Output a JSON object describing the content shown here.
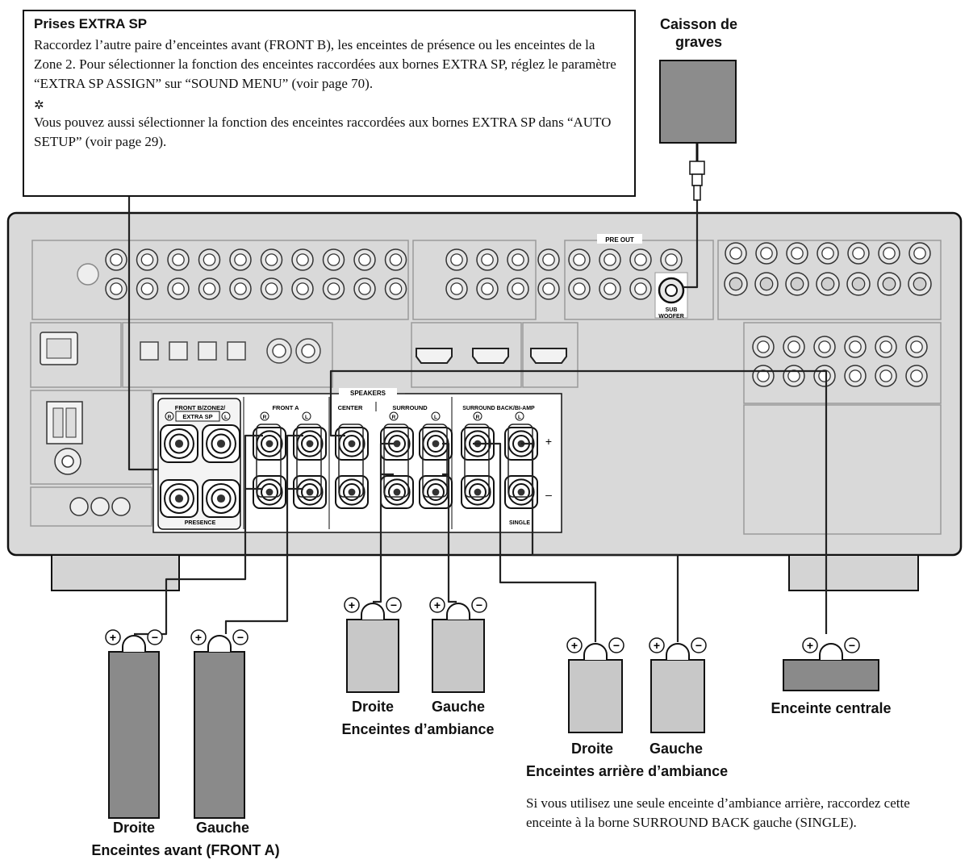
{
  "callout": {
    "title": "Prises EXTRA SP",
    "body": "Raccordez l’autre paire d’enceintes avant (FRONT B), les enceintes de présence ou les enceintes de la Zone 2. Pour sélectionner la fonction des enceintes raccordées aux bornes EXTRA SP, réglez le paramètre “EXTRA SP ASSIGN” sur “SOUND MENU” (voir page 70).",
    "tip_icon": "lightbulb-icon",
    "tip": "Vous pouvez aussi sélectionner la fonction des enceintes raccordées aux bornes EXTRA SP dans “AUTO SETUP” (voir page 29)."
  },
  "subwoofer": {
    "label_line1": "Caisson de",
    "label_line2": "graves"
  },
  "panel": {
    "pre_out": "PRE OUT",
    "sub_woofer_line1": "SUB",
    "sub_woofer_line2": "WOOFER",
    "speakers": "SPEAKERS",
    "front_b_line1": "FRONT B/ZONE2/",
    "front_b_line2": "EXTRA SP",
    "presence": "PRESENCE",
    "front_a": "FRONT A",
    "center": "CENTER",
    "surround": "SURROUND",
    "surround_back": "SURROUND BACK/BI-AMP",
    "single": "SINGLE",
    "right_mark": "R",
    "left_mark": "L",
    "plus": "+",
    "minus": "–"
  },
  "polarity": {
    "plus": "+",
    "minus": "−"
  },
  "speakers": {
    "front": {
      "right": "Droite",
      "left": "Gauche",
      "title": "Enceintes avant (FRONT A)"
    },
    "surround": {
      "right": "Droite",
      "left": "Gauche",
      "title": "Enceintes d’ambiance"
    },
    "surround_back": {
      "right": "Droite",
      "left": "Gauche",
      "title": "Enceintes arrière d’ambiance",
      "note": "Si vous utilisez une seule enceinte d’ambiance arrière, raccordez cette enceinte à la borne SURROUND BACK gauche (SINGLE)."
    },
    "center": {
      "title": "Enceinte centrale"
    }
  }
}
